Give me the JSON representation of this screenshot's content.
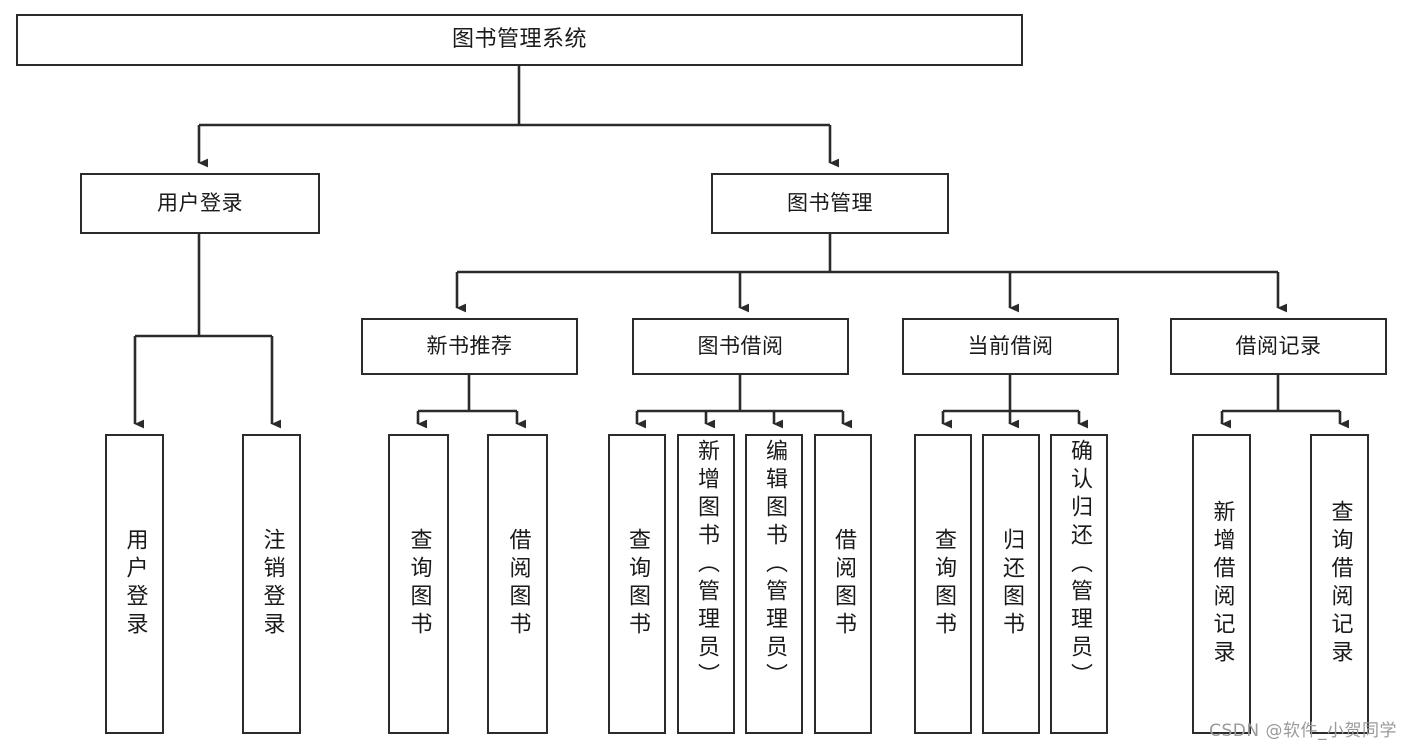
{
  "diagram": {
    "title": "图书管理系统",
    "type": "tree",
    "watermark": "CSDN @软件_小贺同学",
    "colors": {
      "box_border": "#2b2b2b",
      "box_fill": "#ffffff",
      "edge": "#2b2b2b",
      "text": "#1a1a1a",
      "watermark": "#9a9a9a"
    },
    "root": {
      "label": "图书管理系统",
      "orientation": "horizontal"
    },
    "level2": [
      {
        "label": "用户登录",
        "orientation": "horizontal"
      },
      {
        "label": "图书管理",
        "orientation": "horizontal"
      }
    ],
    "level3": [
      {
        "label": "新书推荐",
        "orientation": "horizontal",
        "parent": "图书管理"
      },
      {
        "label": "图书借阅",
        "orientation": "horizontal",
        "parent": "图书管理"
      },
      {
        "label": "当前借阅",
        "orientation": "horizontal",
        "parent": "图书管理"
      },
      {
        "label": "借阅记录",
        "orientation": "horizontal",
        "parent": "图书管理"
      }
    ],
    "leaves": [
      {
        "label": "用户登录",
        "orientation": "vertical",
        "parent": "用户登录"
      },
      {
        "label": "注销登录",
        "orientation": "vertical",
        "parent": "用户登录"
      },
      {
        "label": "查询图书",
        "orientation": "vertical",
        "parent": "新书推荐"
      },
      {
        "label": "借阅图书",
        "orientation": "vertical",
        "parent": "新书推荐"
      },
      {
        "label": "查询图书",
        "orientation": "vertical",
        "parent": "图书借阅"
      },
      {
        "label": "新增图书（管理员）",
        "orientation": "vertical",
        "parent": "图书借阅"
      },
      {
        "label": "编辑图书（管理员）",
        "orientation": "vertical",
        "parent": "图书借阅"
      },
      {
        "label": "借阅图书",
        "orientation": "vertical",
        "parent": "图书借阅"
      },
      {
        "label": "查询图书",
        "orientation": "vertical",
        "parent": "当前借阅"
      },
      {
        "label": "归还图书",
        "orientation": "vertical",
        "parent": "当前借阅"
      },
      {
        "label": "确认归还（管理员）",
        "orientation": "vertical",
        "parent": "当前借阅"
      },
      {
        "label": "新增借阅记录",
        "orientation": "vertical",
        "parent": "借阅记录"
      },
      {
        "label": "查询借阅记录",
        "orientation": "vertical",
        "parent": "借阅记录"
      }
    ]
  }
}
